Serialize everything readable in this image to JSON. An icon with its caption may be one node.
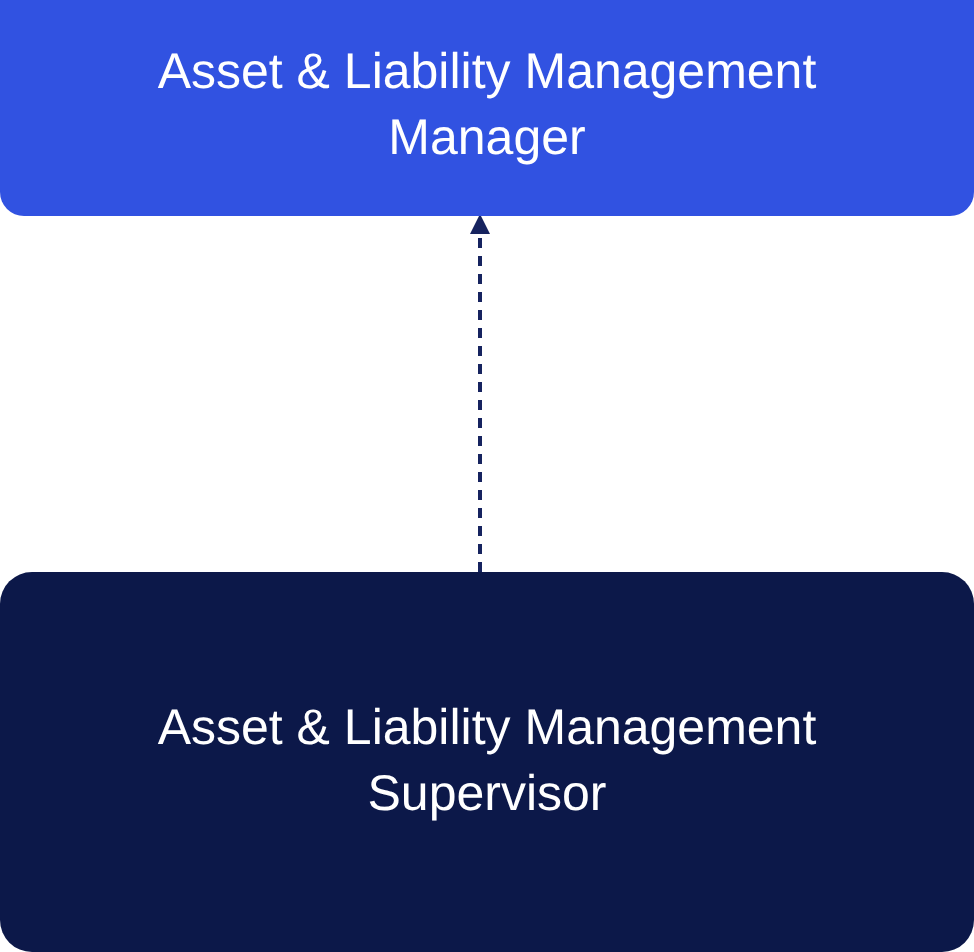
{
  "diagram": {
    "nodes": [
      {
        "text": [
          "Asset & Liability Management Manager"
        ]
      },
      {
        "text": [
          "Asset & Liability Management Supervisor"
        ]
      }
    ],
    "edges": [
      {
        "from": 1,
        "to": 0,
        "arrow": "to",
        "style": "dashed"
      }
    ]
  }
}
